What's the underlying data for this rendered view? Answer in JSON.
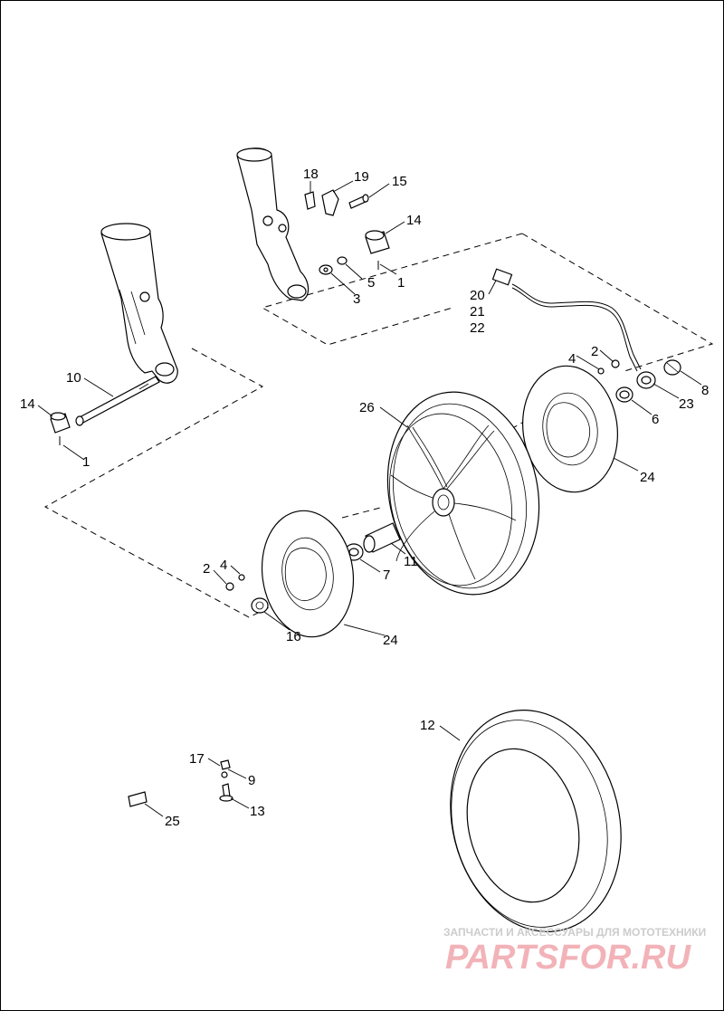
{
  "callouts": {
    "c1a": "1",
    "c1b": "1",
    "c2a": "2",
    "c2b": "2",
    "c3": "3",
    "c4a": "4",
    "c4b": "4",
    "c5": "5",
    "c6": "6",
    "c7": "7",
    "c8": "8",
    "c9": "9",
    "c10": "10",
    "c11": "11",
    "c12": "12",
    "c13": "13",
    "c14a": "14",
    "c14b": "14",
    "c15": "15",
    "c16": "16",
    "c17": "17",
    "c18": "18",
    "c19": "19",
    "c20": "20",
    "c21": "21",
    "c22": "22",
    "c23": "23",
    "c24a": "24",
    "c24b": "24",
    "c25": "25",
    "c26": "26"
  },
  "watermark": {
    "tagline": "ЗАПЧАСТИ И АКСЕССУАРЫ ДЛЯ МОТОТЕХНИКИ",
    "brand": "PARTSFOR.RU"
  }
}
